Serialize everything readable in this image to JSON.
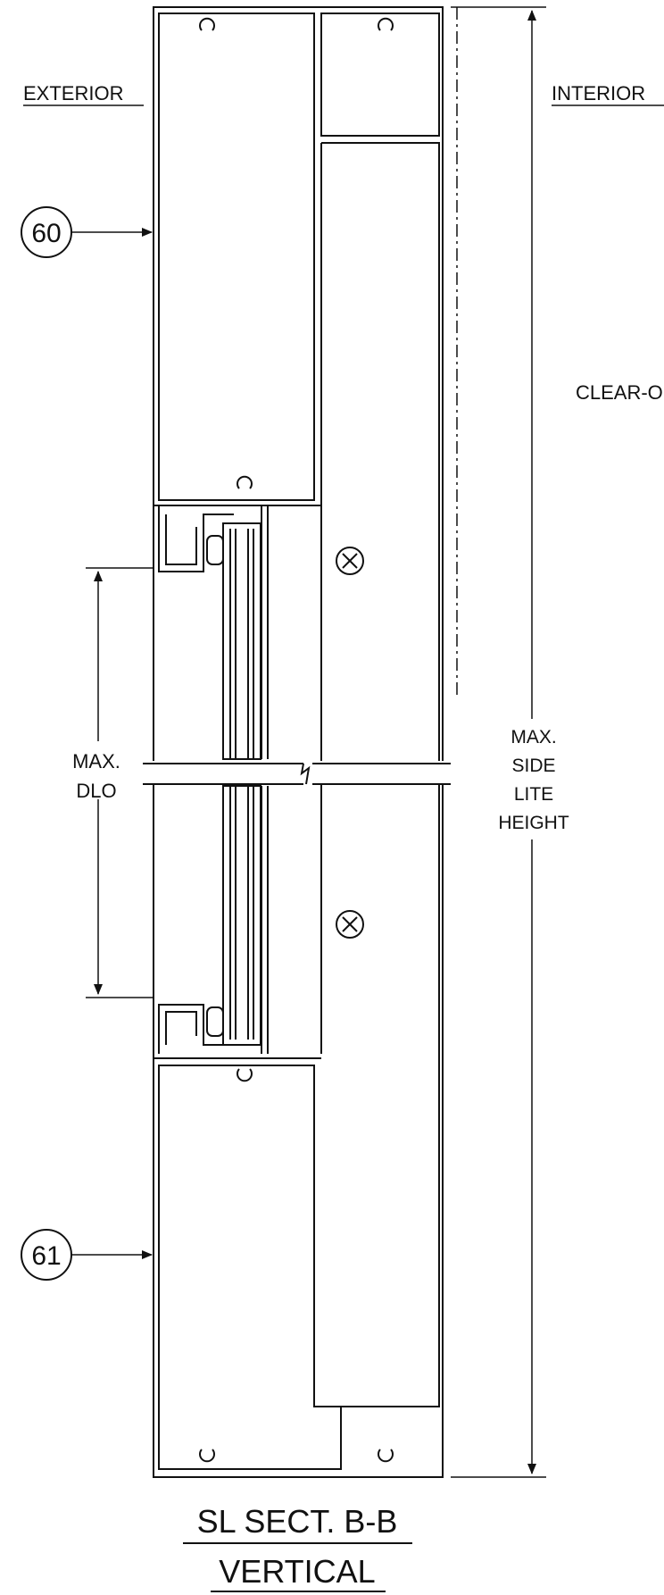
{
  "labels": {
    "exterior": "EXTERIOR",
    "interior": "INTERIOR",
    "clear": "CLEAR-O",
    "dlo_line1": "MAX.",
    "dlo_line2": "DLO",
    "side_line1": "MAX.",
    "side_line2": "SIDE",
    "side_line3": "LITE",
    "side_line4": "HEIGHT"
  },
  "callouts": [
    {
      "tag": "60"
    },
    {
      "tag": "61"
    }
  ],
  "title": {
    "line1": "SL SECT. B-B",
    "line2": "VERTICAL"
  },
  "colors": {
    "line": "#111111",
    "background": "#ffffff"
  }
}
